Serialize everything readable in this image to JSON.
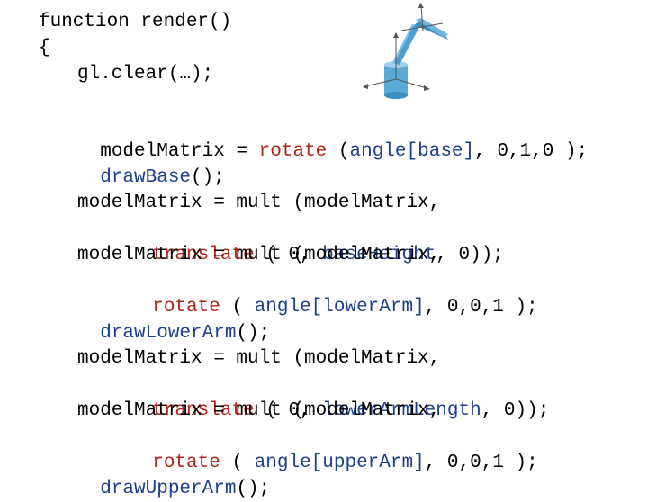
{
  "slide": {
    "header": {
      "func_signature": "function render()",
      "open_brace": "{",
      "clear_call": "gl.clear(…);"
    },
    "base_block": {
      "l1_lhs": "modelMatrix = ",
      "l1_fn": "rotate",
      "l1_args_a": " (",
      "l1_args_b": "angle[base]",
      "l1_args_c": ", 0,1,0 );",
      "l2_fn": "drawBase",
      "l2_rest": "();"
    },
    "lower_block": {
      "l1": "modelMatrix = mult (modelMatrix,",
      "l2_fn": "translate",
      "l2_a": " ( 0, ",
      "l2_b": "baseHeight",
      "l2_c": ", 0));",
      "l3": "modelMatrix = mult (modelMatrix,",
      "l4_fn": "rotate",
      "l4_a": " ( ",
      "l4_b": "angle[lowerArm]",
      "l4_c": ", 0,0,1 );",
      "l5_fn": "drawLowerArm",
      "l5_rest": "();"
    },
    "upper_block": {
      "l1": "modelMatrix = mult (modelMatrix,",
      "l2_fn": "translate",
      "l2_a": " ( 0, ",
      "l2_b": "lowerArmLength",
      "l2_c": ", 0));",
      "l3": "modelMatrix = mult (modelMatrix,",
      "l4_fn": "rotate",
      "l4_a": " ( ",
      "l4_b": "angle[upperArm]",
      "l4_c": ", 0,0,1 );",
      "l5_fn": "drawUpperArm",
      "l5_rest": "();"
    },
    "colors": {
      "function_red": "#b02418",
      "identifier_blue": "#1c3f8f",
      "robot_blue": "#5aa9d6"
    },
    "illustration": "robot-arm-icon"
  }
}
